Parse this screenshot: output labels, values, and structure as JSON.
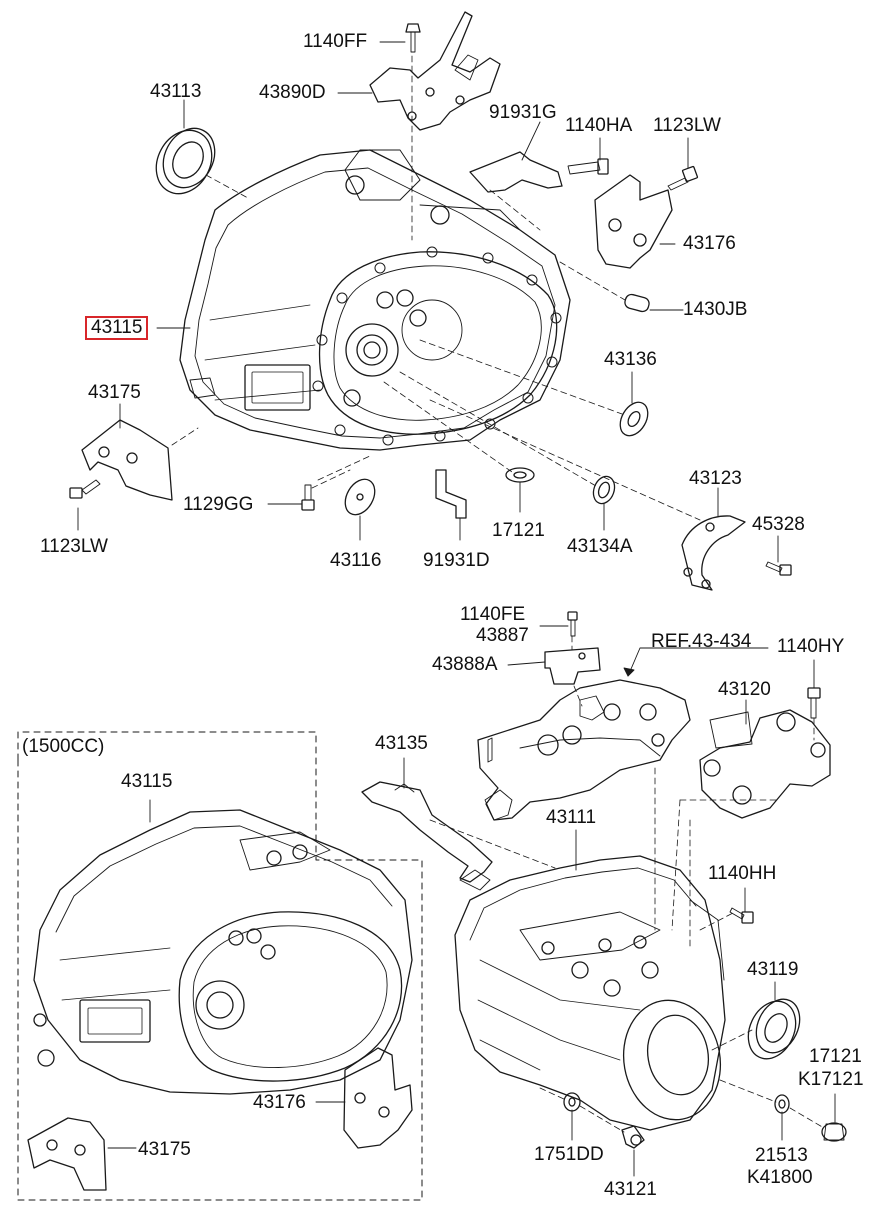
{
  "diagram": {
    "labels": {
      "p1140ff": "1140FF",
      "p43890d": "43890D",
      "p43113": "43113",
      "p91931g": "91931G",
      "p1140ha": "1140HA",
      "p1123lw_top": "1123LW",
      "p43176_top": "43176",
      "p1430jb": "1430JB",
      "p43115_top": "43115",
      "p43136": "43136",
      "p43175_top": "43175",
      "p1123lw_left": "1123LW",
      "p1129gg": "1129GG",
      "p43116": "43116",
      "p91931d": "91931D",
      "p17121_mid": "17121",
      "p43134a": "43134A",
      "p43123": "43123",
      "p45328": "45328",
      "p1140fe": "1140FE",
      "p43887": "43887",
      "p43888a": "43888A",
      "pref": "REF.43-434",
      "p1140hy": "1140HY",
      "p43120": "43120",
      "p1500cc": "(1500CC)",
      "p43115_bot": "43115",
      "p43135": "43135",
      "p43111": "43111",
      "p1140hh": "1140HH",
      "p43119": "43119",
      "p17121_bot": "17121",
      "pk17121": "K17121",
      "p43176_bot": "43176",
      "p43175_bot": "43175",
      "p1751dd": "1751DD",
      "p43121": "43121",
      "p21513": "21513",
      "pk41800": "K41800"
    },
    "highlight_color": "#d8262a",
    "highlighted_part": "43115"
  }
}
